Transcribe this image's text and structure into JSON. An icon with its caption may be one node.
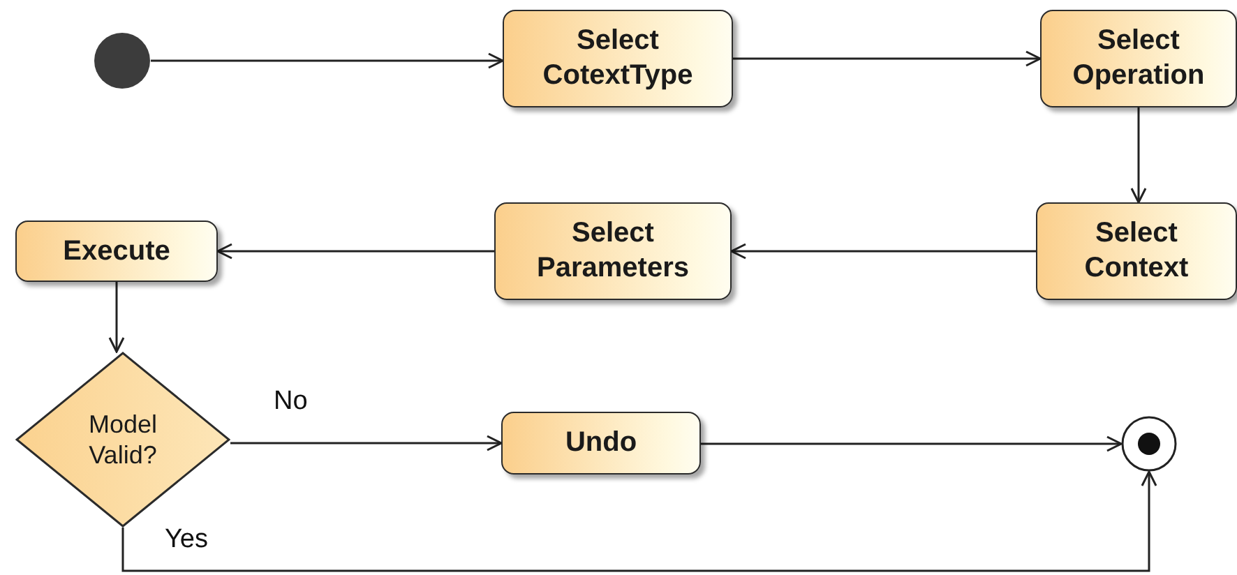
{
  "diagram": {
    "nodes": [
      {
        "text": [],
        "shape": "circle"
      },
      {
        "text": [
          "Select CotextType"
        ]
      },
      {
        "text": [
          "Select Operation"
        ]
      },
      {
        "text": [
          "Select Context"
        ]
      },
      {
        "text": [
          "Select Parameters"
        ]
      },
      {
        "text": [
          "Execute"
        ]
      },
      {
        "text": [
          "Model Valid?"
        ]
      },
      {
        "text": [
          "Undo"
        ]
      },
      {
        "text": [],
        "shape": "circle"
      }
    ],
    "edges": [
      {
        "from": 0,
        "to": 1,
        "arrow": "to"
      },
      {
        "from": 1,
        "to": 2,
        "arrow": "to"
      },
      {
        "from": 2,
        "to": 3,
        "arrow": "to"
      },
      {
        "from": 3,
        "to": 4,
        "arrow": "to"
      },
      {
        "from": 4,
        "to": 5,
        "arrow": "to"
      },
      {
        "from": 5,
        "to": 6,
        "arrow": "to"
      },
      {
        "from": 6,
        "to": 7,
        "arrow": "to",
        "label": "No"
      },
      {
        "from": 7,
        "to": 8,
        "arrow": "to"
      },
      {
        "from": 6,
        "to": 8,
        "arrow": "to",
        "label": "Yes"
      }
    ]
  }
}
